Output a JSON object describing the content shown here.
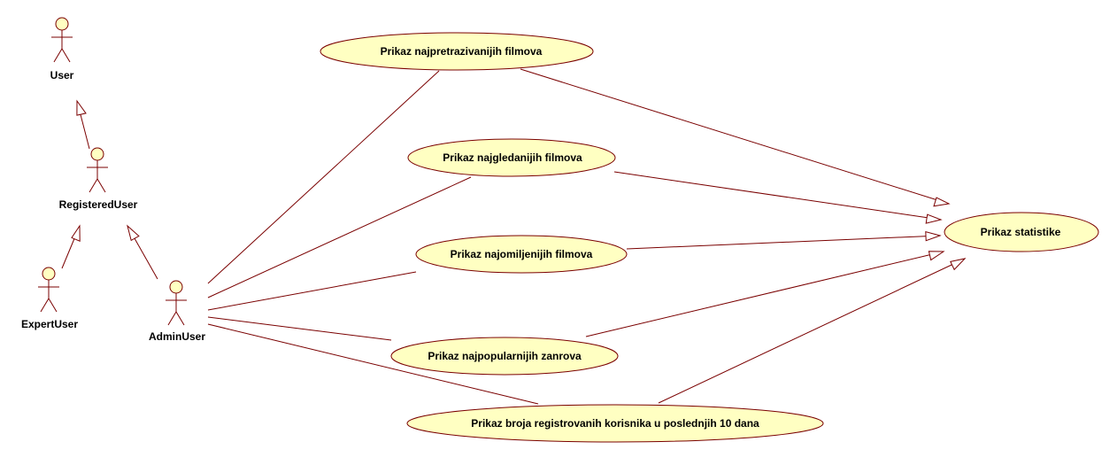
{
  "colors": {
    "line": "#7a0000",
    "fill": "#ffffc2",
    "text": "#000000",
    "background": "#ffffff"
  },
  "actors": {
    "user": "User",
    "registered_user": "RegisteredUser",
    "expert_user": "ExpertUser",
    "admin_user": "AdminUser"
  },
  "use_cases": {
    "najpretrazivaniji": "Prikaz najpretrazivanijih filmova",
    "najgledaniji": "Prikaz najgledanijih filmova",
    "najomiljeniji": "Prikaz najomiljenijih filmova",
    "zanrovi": "Prikaz najpopularnijih zanrova",
    "registrovani": "Prikaz broja registrovanih korisnika u poslednjih 10 dana",
    "statistika": "Prikaz statistike"
  }
}
